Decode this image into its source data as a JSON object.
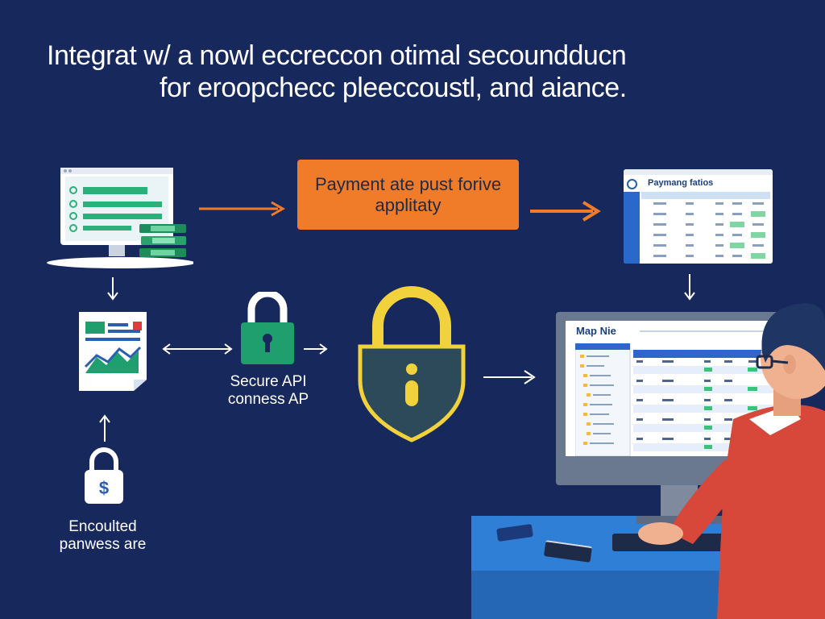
{
  "headline": {
    "line1": "Integrat w/ a nowl eccreccon otimal secoundducn",
    "line2": "for eroopchecc pleeccoustl, and aiance."
  },
  "process_box": {
    "line1": "Payment ate pust forive",
    "line2": "applitaty"
  },
  "secure_api": {
    "line1": "Secure API",
    "line2": "conness AP"
  },
  "encrypted": {
    "line1": "Encoulted",
    "line2": "panwess are"
  },
  "dashboard_panel": {
    "title": "Paymang fatios"
  },
  "monitor_app": {
    "title": "Map Nie"
  },
  "icons": {
    "dollar_glyph": "$",
    "info_glyph": "i"
  },
  "colors": {
    "background": "#17285c",
    "accent_orange": "#f07c2a",
    "lock_green": "#1f9e6e",
    "shield_yellow": "#f2d23c",
    "shirt_red": "#d7473a"
  }
}
